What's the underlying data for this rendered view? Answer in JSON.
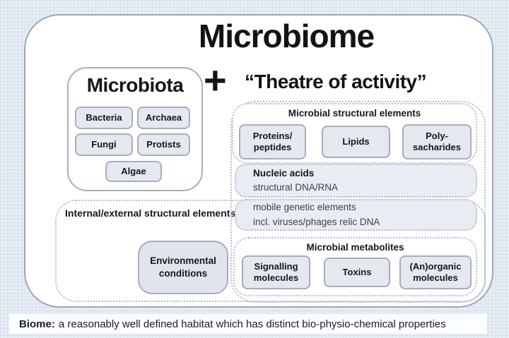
{
  "title": "Microbiome",
  "formula": {
    "plus": "+",
    "right_heading": "“Theatre of activity”"
  },
  "microbiota": {
    "heading": "Microbiota",
    "members": [
      {
        "label": "Bacteria"
      },
      {
        "label": "Archaea"
      },
      {
        "label": "Fungi"
      },
      {
        "label": "Protists"
      },
      {
        "label": "Algae"
      }
    ]
  },
  "structural_elements": {
    "heading": "Microbial structural elements",
    "items": [
      {
        "label": "Proteins/\npeptides"
      },
      {
        "label": "Lipids"
      },
      {
        "label": "Poly-\nsacharides"
      }
    ]
  },
  "nucleic_acids": {
    "title": "Nucleic acids",
    "subtitle": "structural DNA/RNA"
  },
  "mobile_genetic": {
    "line1": "mobile genetic elements",
    "line2": "incl. viruses/phages relic DNA"
  },
  "metabolites": {
    "heading": "Microbial metabolites",
    "items": [
      {
        "label": "Signalling\nmolecules"
      },
      {
        "label": "Toxins"
      },
      {
        "label": "(An)organic\nmolecules"
      }
    ]
  },
  "internal_external": {
    "label": "Internal/external structural elements"
  },
  "environment": {
    "label": "Environmental\nconditions"
  },
  "caption": {
    "term": "Biome:",
    "text": "a reasonably well defined habitat which has distinct bio-physio-chemical properties"
  },
  "colors": {
    "background": "#e8eef5",
    "frame_border": "#9da7b2",
    "chip_fill": "#e5e8ef",
    "chip_border": "#a6aebb",
    "dotted_border": "#b6bec9",
    "wide_box_fill": "#e9ecf2",
    "text": "#15181c"
  }
}
